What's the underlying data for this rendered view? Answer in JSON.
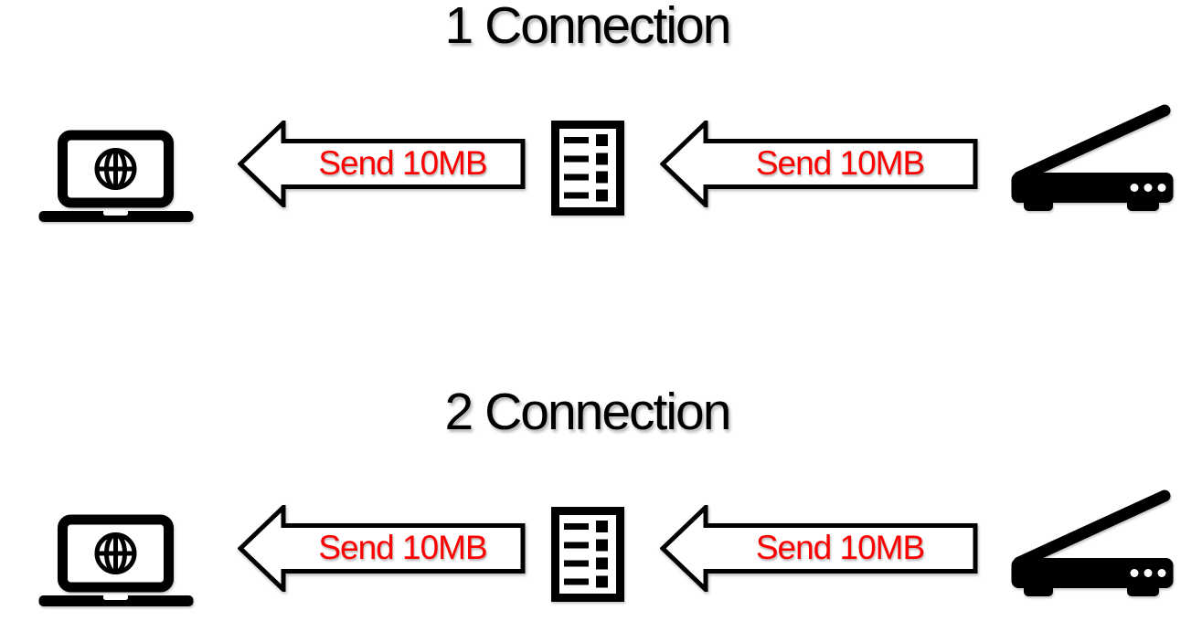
{
  "colors": {
    "background": "#ffffff",
    "ink": "#000000",
    "arrow_fill": "#ffffff",
    "arrow_outline": "#000000",
    "arrow_label": "#ff0000"
  },
  "sections": [
    {
      "title": "1 Connection",
      "receiver_icon": "laptop-globe-icon",
      "relay_icon": "document-list-icon",
      "sender_icon": "scanner-icon",
      "arrows": [
        {
          "label": "Send 10MB",
          "direction": "left"
        },
        {
          "label": "Send 10MB",
          "direction": "left"
        }
      ]
    },
    {
      "title": "2 Connection",
      "receiver_icon": "laptop-globe-icon",
      "relay_icon": "document-list-icon",
      "sender_icon": "scanner-icon",
      "arrows": [
        {
          "label": "Send 10MB",
          "direction": "left"
        },
        {
          "label": "Send 10MB",
          "direction": "left"
        }
      ]
    }
  ]
}
